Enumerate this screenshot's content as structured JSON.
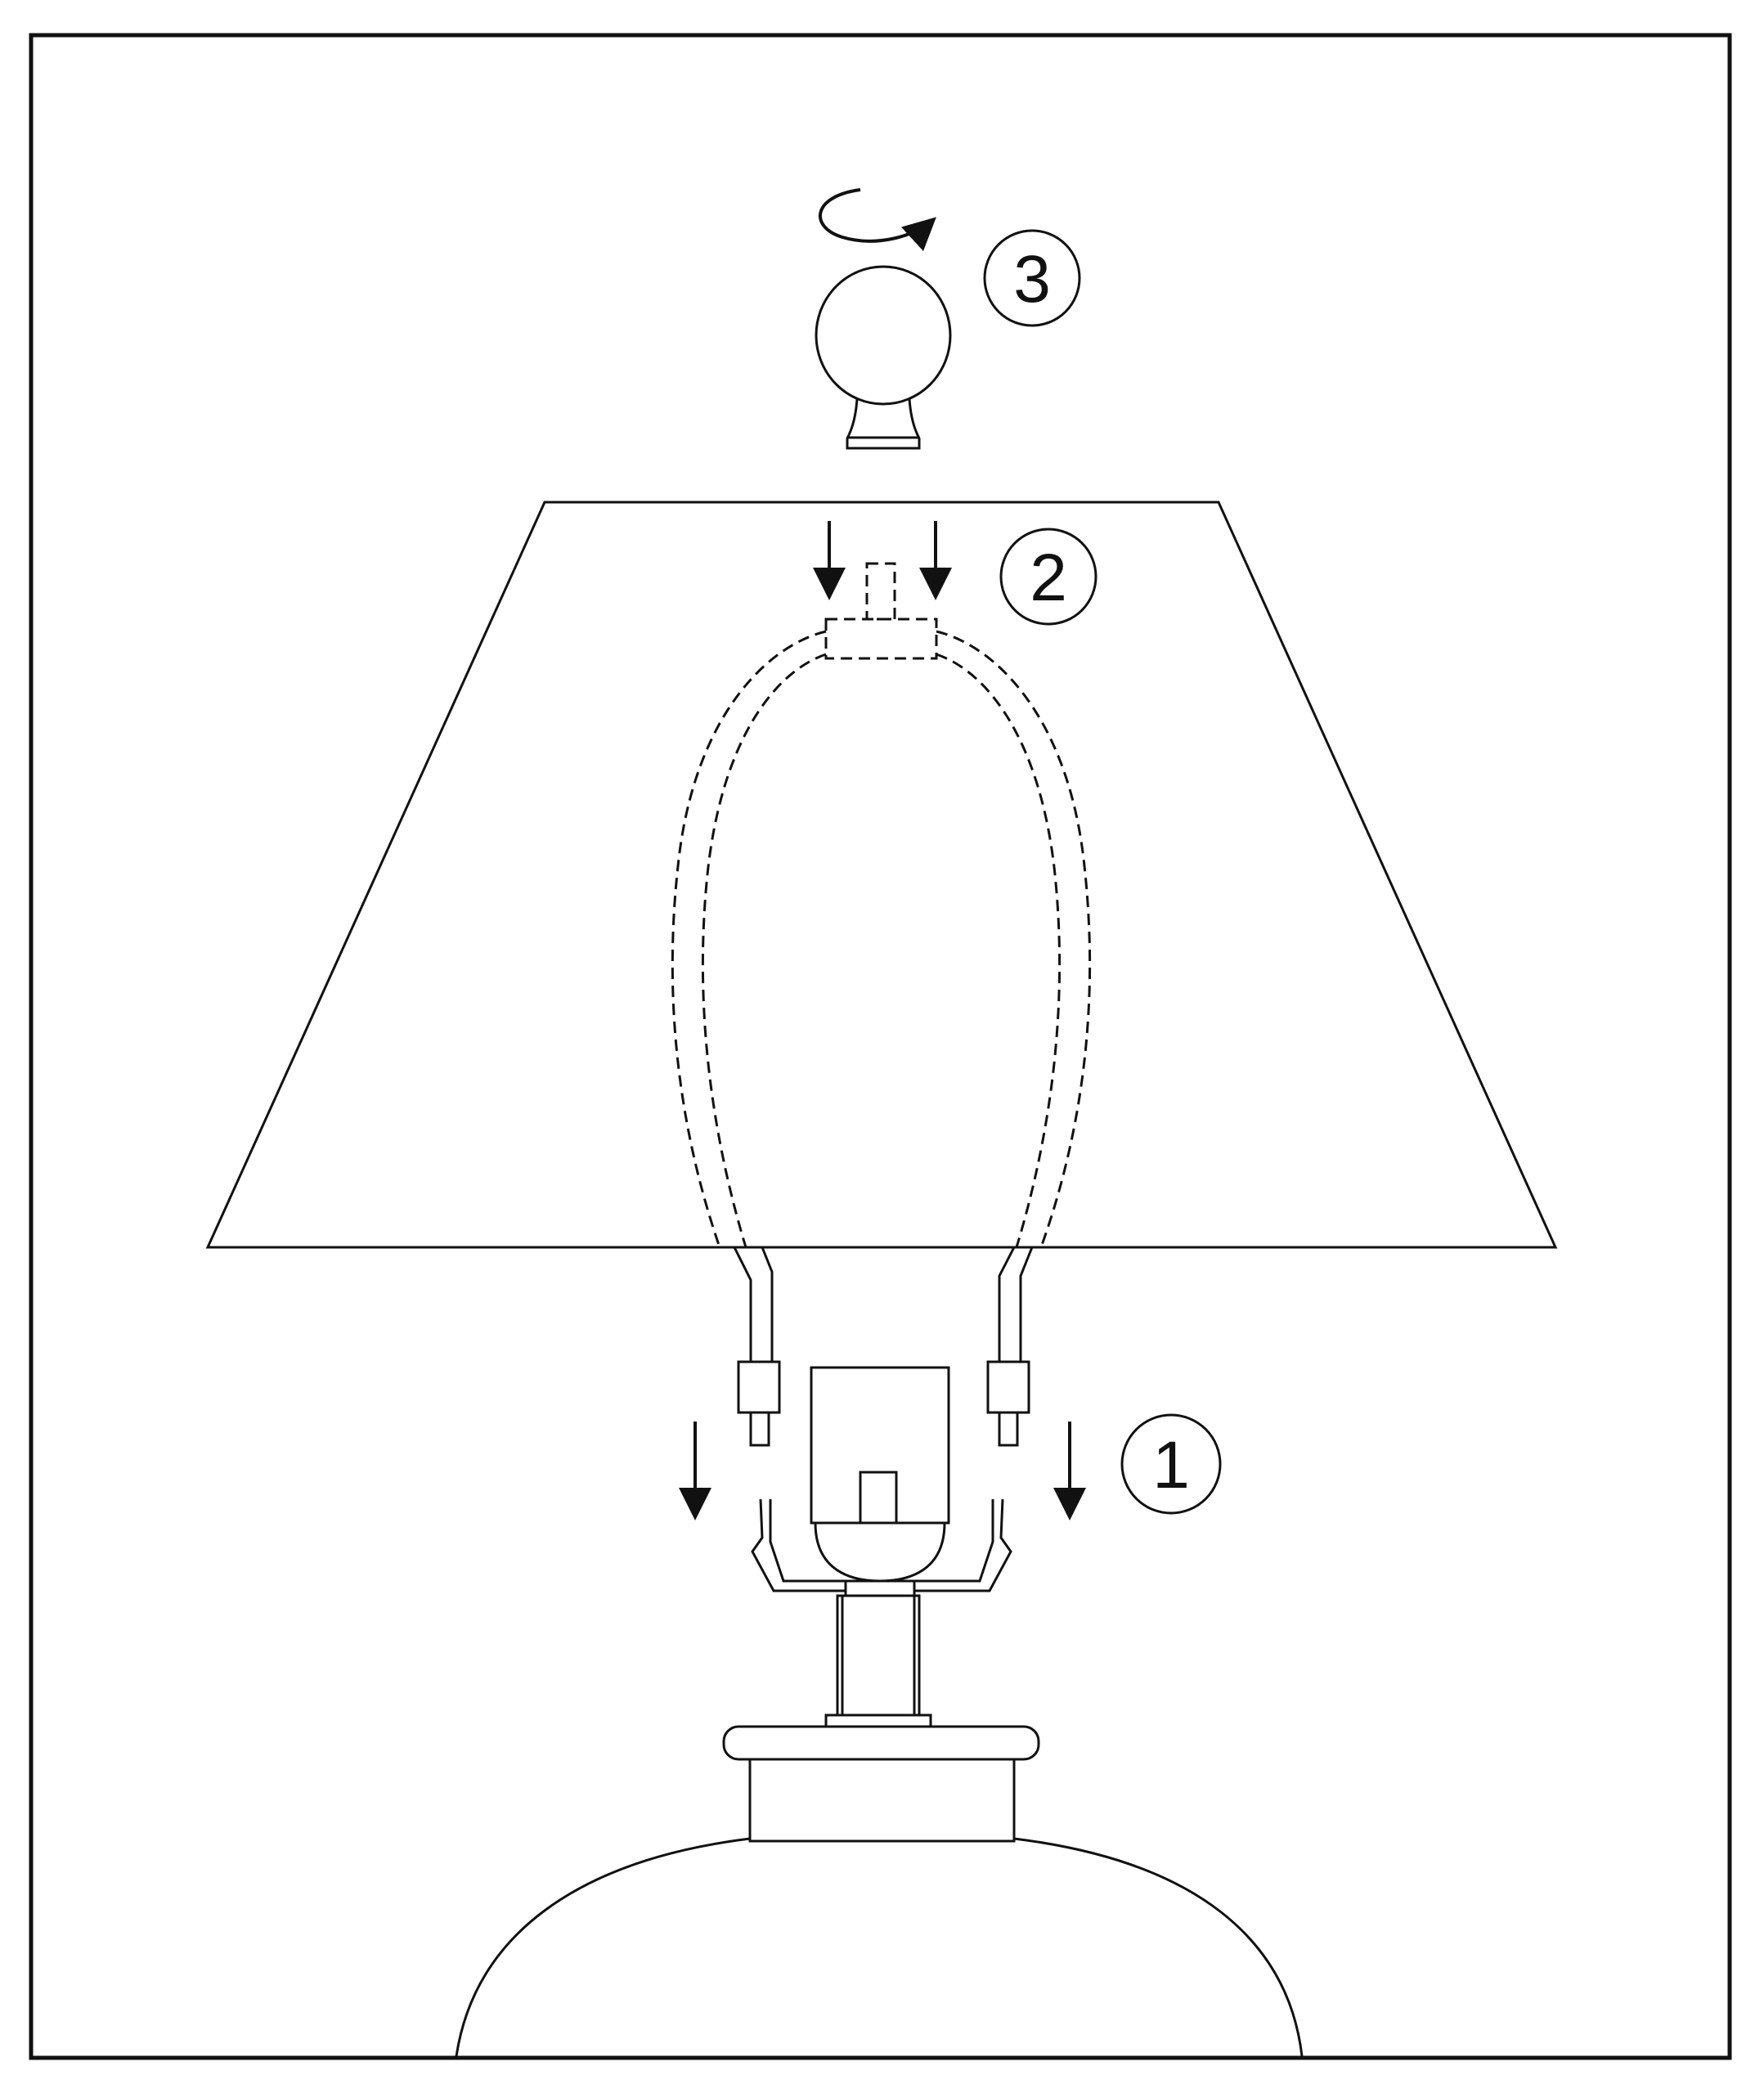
{
  "steps": [
    {
      "id": "step-1",
      "number": "1",
      "part": "harp"
    },
    {
      "id": "step-2",
      "number": "2",
      "part": "shade"
    },
    {
      "id": "step-3",
      "number": "3",
      "part": "finial"
    }
  ],
  "colors": {
    "line": "#111111",
    "background": "#ffffff"
  },
  "icons": [
    "down-arrow-icon",
    "rotate-arrow-icon"
  ]
}
